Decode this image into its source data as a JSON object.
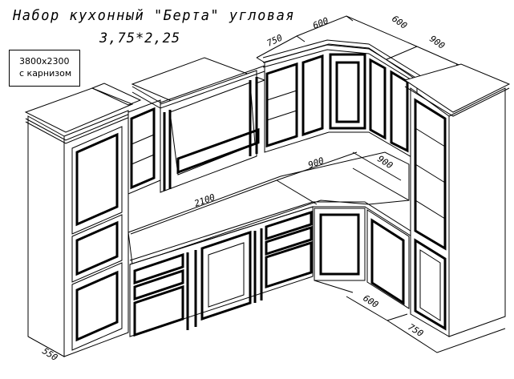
{
  "drawing": {
    "title": "Набор кухонный \"Берта\" угловая",
    "subtitle": "3,75*2,25",
    "note_box": {
      "line1": "3800x2300",
      "line2": "с карнизом"
    },
    "dimensions": {
      "top_750": "750",
      "top_600": "600",
      "top_right_600": "600",
      "top_right_900": "900",
      "counter_900_back": "900",
      "counter_900_side": "900",
      "counter_2100": "2100",
      "floor_600": "600",
      "floor_750": "750",
      "depth_550": "550"
    }
  }
}
